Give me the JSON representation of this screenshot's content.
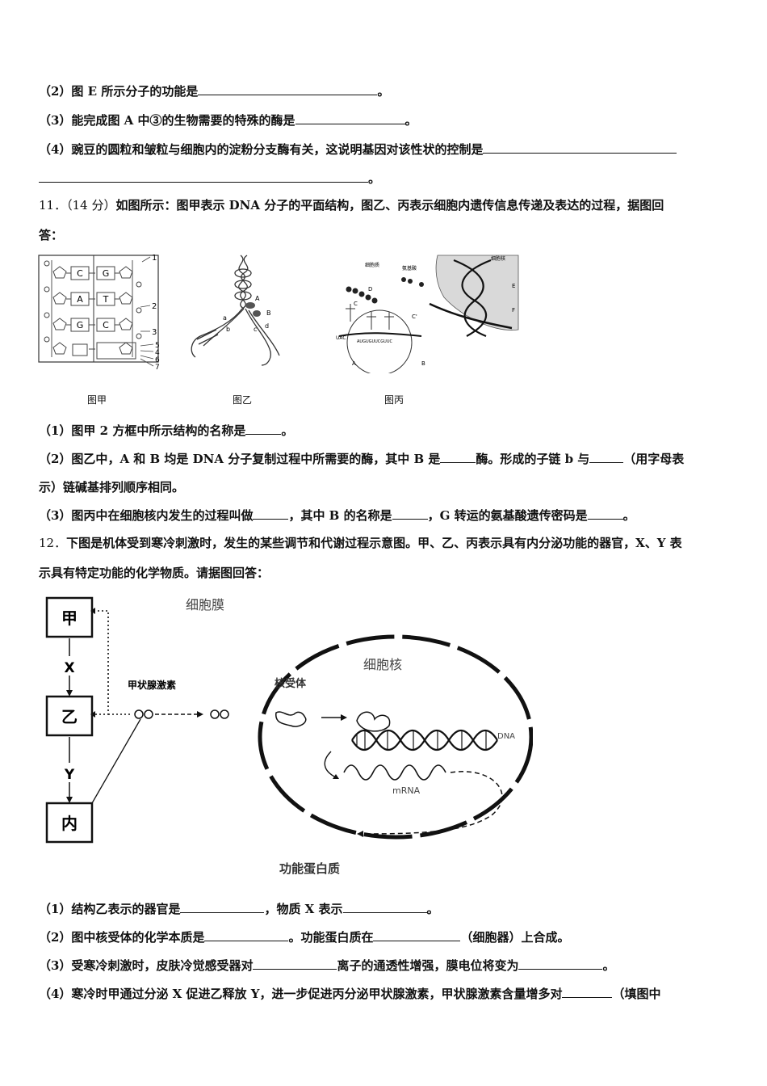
{
  "q10": {
    "p2_before": "（2）图 E 所示分子的功能是",
    "p2_after": "。",
    "p3_before": "（3）能完成图 A 中③的生物需要的特殊的酶是",
    "p3_after": "。",
    "p4_before": "（4）豌豆的圆粒和皱粒与细胞内的淀粉分支酶有关，这说明基因对该性状的控制是",
    "p4_end": "。"
  },
  "q11": {
    "intro_num": "11．",
    "intro_score": "（14 分）",
    "intro_text": "如图所示：图甲表示 DNA 分子的平面结构，图乙、丙表示细胞内遗传信息传递及表达的过程，据图回",
    "intro_cont": "答：",
    "fig_jia_caption": "图甲",
    "fig_yi_caption": "图乙",
    "fig_bing_caption": "图丙",
    "jia_bases_left": [
      "C",
      "A",
      "G"
    ],
    "jia_bases_right": [
      "G",
      "T",
      "C"
    ],
    "jia_numbers": [
      "1",
      "2",
      "3",
      "5",
      "4",
      "6",
      "7"
    ],
    "yi_labels": [
      "A",
      "B",
      "a",
      "b",
      "c",
      "d"
    ],
    "bing_labels": [
      "细胞质",
      "氨基酸",
      "细胞核",
      "D",
      "C",
      "C'",
      "E",
      "F",
      "A",
      "B",
      "UAC",
      "AUGUGUUCGUUC"
    ],
    "p1_before": "（1）图甲 2 方框中所示结构的名称是",
    "p1_after": "。",
    "p2_before": "（2）图乙中，A 和 B 均是 DNA 分子复制过程中所需要的酶，其中 B 是",
    "p2_mid": "酶。形成的子链 b 与",
    "p2_after": "（用字母表",
    "p2_cont": "示）链碱基排列顺序相同。",
    "p3_before": "（3）图丙中在细胞核内发生的过程叫做",
    "p3_mid1": "，其中 B 的名称是",
    "p3_mid2": "，G 转运的氨基酸遗传密码是",
    "p3_after": "。"
  },
  "q12": {
    "intro_num": "12．",
    "intro_text": "下图是机体受到寒冷刺激时，发生的某些调节和代谢过程示意图。甲、乙、丙表示具有内分泌功能的器官，X、Y 表",
    "intro_cont": "示具有特定功能的化学物质。请据图回答：",
    "fig": {
      "box_jia": "甲",
      "box_yi": "乙",
      "box_bing": "内",
      "label_x": "X",
      "label_y": "Y",
      "hormone": "甲状腺激素",
      "cell_membrane": "细胞膜",
      "nucleus": "细胞核",
      "receptor": "核受体",
      "dna": "DNA",
      "mrna": "mRNA",
      "protein": "功能蛋白质"
    },
    "p1_before": "（1）结构乙表示的器官是",
    "p1_mid": "，物质 X 表示",
    "p1_after": "。",
    "p2_before": "（2）图中核受体的化学本质是",
    "p2_mid": "。功能蛋白质在",
    "p2_after": "（细胞器）上合成。",
    "p3_before": "（3）受寒冷刺激时，皮肤冷觉感受器对",
    "p3_mid": "离子的通透性增强，膜电位将变为",
    "p3_after": "。",
    "p4_before": "（4）寒冷时甲通过分泌 X 促进乙释放 Y，进一步促进丙分泌甲状腺激素，甲状腺激素含量增多对",
    "p4_after": "（填图中"
  }
}
